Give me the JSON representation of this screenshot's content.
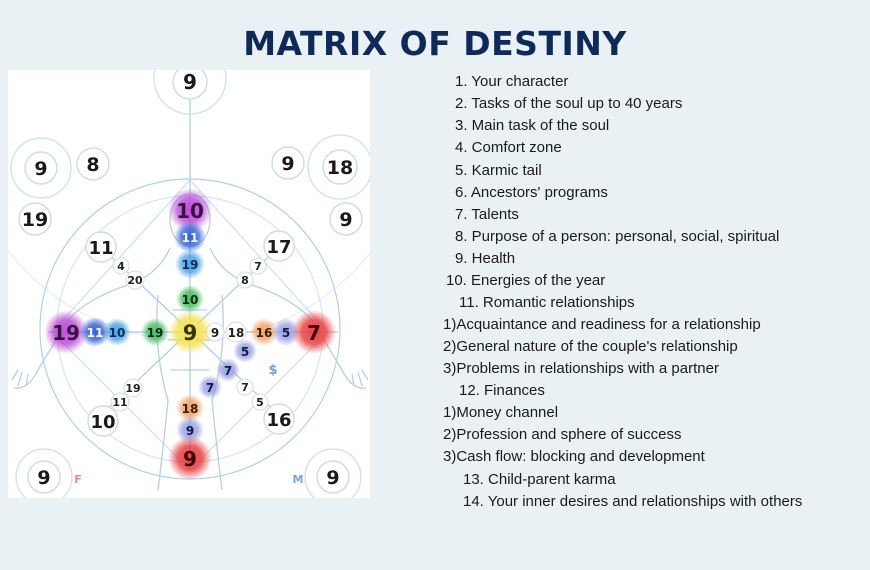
{
  "title": "MATRIX OF DESTINY",
  "diagram": {
    "colors": {
      "purple": "#b53fd0",
      "blue": "#2b5bd7",
      "lightblue": "#3f9fe0",
      "green": "#3cba5a",
      "yellow": "#f3e04a",
      "orange": "#f0a060",
      "red": "#e63a3a",
      "line": "#9ec3e8"
    },
    "numbers": {
      "top": "9",
      "upper_left_outer": "9",
      "upper_left_inner": "8",
      "upper_right_inner": "9",
      "upper_right_outer": "18",
      "left_mid": "19",
      "right_mid": "9",
      "crown": "10",
      "head_blue": "11",
      "head_lightblue": "19",
      "throat_green": "10",
      "left_outer_purple": "19",
      "left_blue": "11",
      "left_lightblue": "10",
      "left_green": "19",
      "center": "9",
      "center_right_a": "9",
      "center_right_b": "18",
      "right_orange": "16",
      "right_blue": "5",
      "right_red": "7",
      "circle_ul": "11",
      "circle_ur": "17",
      "small_4": "4",
      "small_20": "20",
      "small_7a": "7",
      "small_8": "8",
      "lower_5": "5",
      "lower_7a": "7",
      "lower_7b": "7",
      "lower_7c": "7",
      "lower_5b": "5",
      "lower_19": "19",
      "lower_11": "11",
      "circle_ll": "10",
      "circle_lr": "16",
      "lower_orange": "18",
      "lower_lavender": "9",
      "root_red": "9",
      "bottom_left": "9",
      "bottom_right": "9",
      "dollar": "$",
      "f_label": "F",
      "m_label": "M"
    }
  },
  "list": [
    "1. Your character",
    "2. Tasks of the soul up to 40 years",
    "3. Main task of the soul",
    "4. Comfort zone",
    "5. Karmic tail",
    "6. Ancestors' programs",
    "7. Talents",
    "8. Purpose of a person: personal, social, spiritual",
    "9. Health",
    "10. Energies of the year",
    "11. Romantic relationships",
    "1)Acquaintance and readiness for a relationship",
    "2)General nature of the couple's relationship",
    "3)Problems in relationships with a partner",
    "12. Finances",
    "1)Money channel",
    "2)Profession and sphere of success",
    "3)Cash flow: blocking and development",
    "13. Child-parent karma",
    "14. Your inner desires and relationships with others"
  ]
}
